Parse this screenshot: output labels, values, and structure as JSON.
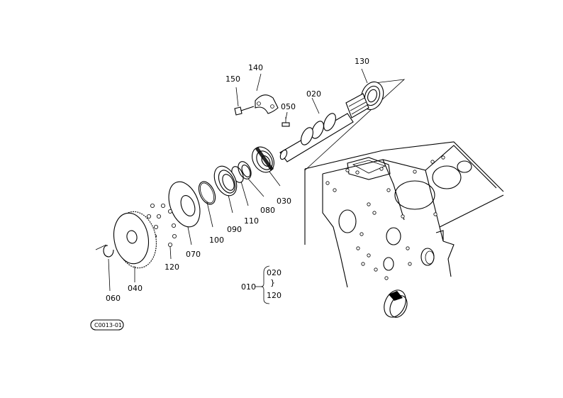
{
  "parts": [
    {
      "id": "p150",
      "label": "150"
    },
    {
      "id": "p140",
      "label": "140"
    },
    {
      "id": "p130",
      "label": "130"
    },
    {
      "id": "p050",
      "label": "050"
    },
    {
      "id": "p020",
      "label": "020"
    },
    {
      "id": "p030",
      "label": "030"
    },
    {
      "id": "p080",
      "label": "080"
    },
    {
      "id": "p110",
      "label": "110"
    },
    {
      "id": "p090",
      "label": "090"
    },
    {
      "id": "p100",
      "label": "100"
    },
    {
      "id": "p070",
      "label": "070"
    },
    {
      "id": "p120",
      "label": "120"
    },
    {
      "id": "p040",
      "label": "040"
    },
    {
      "id": "p060",
      "label": "060"
    }
  ],
  "assembly": {
    "label": "010",
    "items": [
      "020",
      "120"
    ]
  },
  "diagram_code": "C0013-01"
}
